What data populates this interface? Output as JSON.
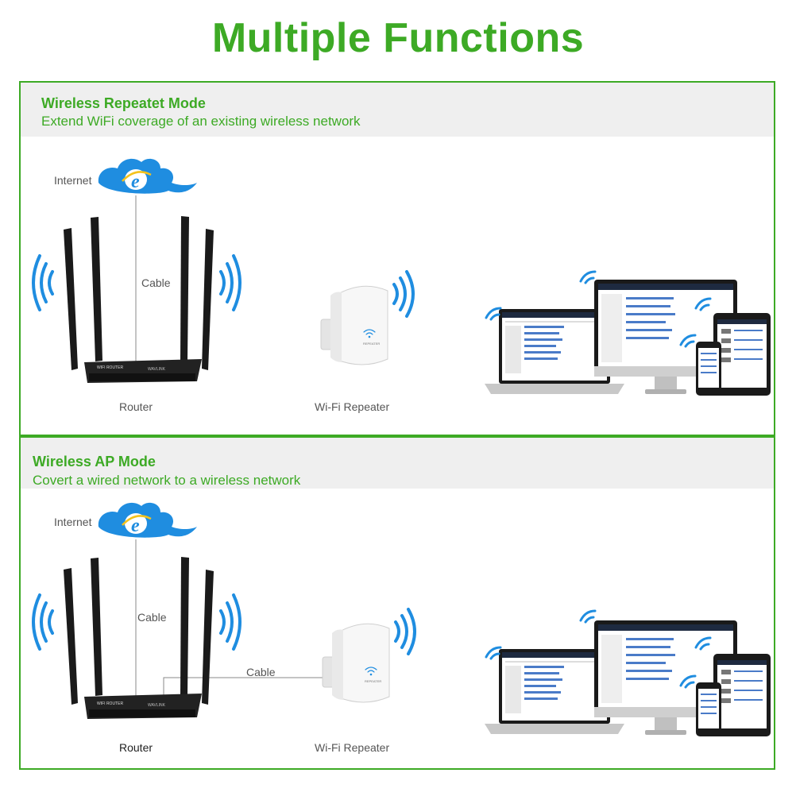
{
  "title": "Multiple Functions",
  "colors": {
    "accent": "#3daa25",
    "wifi": "#1f8de0",
    "header_bg": "#efefef"
  },
  "repeater_mode": {
    "title": "Wireless Repeatet Mode",
    "description": "Extend WiFi coverage of an existing wireless network",
    "internet_label": "Internet",
    "cable_label": "Cable",
    "router_label": "Router",
    "repeater_label": "Wi-Fi Repeater",
    "icons": [
      "internet-cloud-icon",
      "router-icon",
      "wifi-signal-icon",
      "repeater-icon",
      "devices-icon"
    ]
  },
  "ap_mode": {
    "title": "Wireless AP Mode",
    "description": "Covert a wired network to a wireless network",
    "internet_label": "Internet",
    "cable_label": "Cable",
    "cable2_label": "Cable",
    "router_label": "Router",
    "repeater_label": "Wi-Fi Repeater",
    "icons": [
      "internet-cloud-icon",
      "router-icon",
      "wifi-signal-icon",
      "repeater-icon",
      "devices-icon"
    ]
  }
}
